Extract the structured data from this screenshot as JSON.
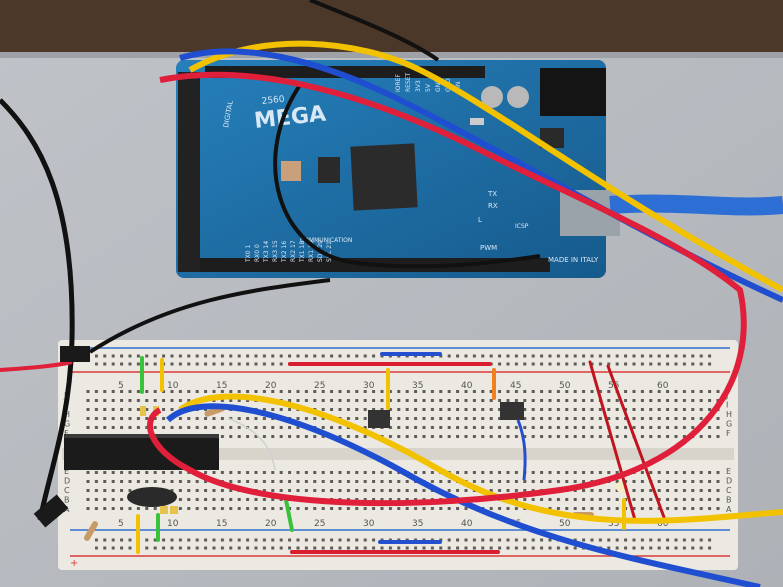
{
  "photo": {
    "board": {
      "name_text": "MEGA",
      "model_text": "2560",
      "made_in_text": "MADE IN ITALY",
      "digital_text": "DIGITAL",
      "pwm_text": "PWM",
      "communication_text": "COMMUNICATION",
      "pin_labels": [
        "TX0 1",
        "RX0 0",
        "TX3 14",
        "RX3 15",
        "TX2 16",
        "RX2 17",
        "TX1 18",
        "RX1 19",
        "SDA 20",
        "SCL 21"
      ],
      "header_labels": [
        "IOREF",
        "RESET",
        "3V3",
        "5V",
        "GND",
        "GND",
        "VIN"
      ],
      "tx_text": "TX",
      "rx_text": "RX",
      "l_text": "L",
      "icsp_text": "ICSP"
    },
    "breadboard": {
      "column_numbers_top": [
        "5",
        "10",
        "15",
        "20",
        "25",
        "30",
        "35",
        "40",
        "45",
        "50",
        "55",
        "60"
      ],
      "column_numbers_bottom": [
        "5",
        "10",
        "15",
        "20",
        "25",
        "30",
        "35",
        "40",
        "45",
        "50",
        "55",
        "60"
      ],
      "row_letters_upper": [
        "J",
        "I",
        "H",
        "G",
        "F"
      ],
      "row_letters_lower": [
        "E",
        "D",
        "C",
        "B",
        "A"
      ],
      "rail_plus": "+",
      "rail_minus": "-"
    },
    "colors": {
      "wire_yellow": "#f2c200",
      "wire_blue": "#1f4fd0",
      "wire_red": "#e0203a",
      "wire_black": "#151515",
      "board_blue": "#1f6fa8",
      "breadboard": "#ece9e2",
      "table": "#c9ccd0",
      "rail_red": "#d83a3a",
      "rail_blue": "#2f6fd0"
    }
  }
}
